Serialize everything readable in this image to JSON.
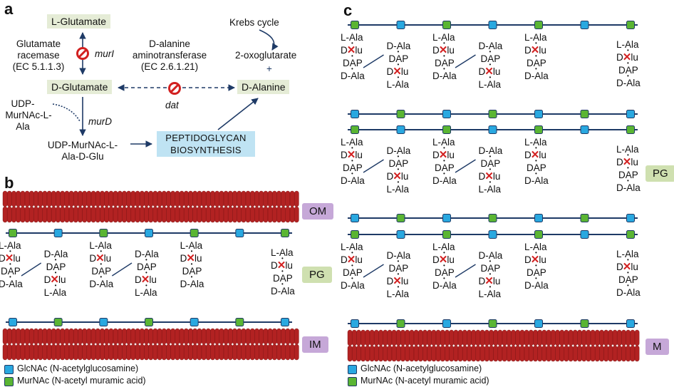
{
  "panel_a": {
    "letter": "a",
    "l_glutamate": "L-Glutamate",
    "d_glutamate": "D-Glutamate",
    "d_alanine": "D-Alanine",
    "racemase_line1": "Glutamate",
    "racemase_line2": "racemase",
    "racemase_line3": "(EC 5.1.1.3)",
    "murI": "murI",
    "aminotransferase_line1": "D-alanine",
    "aminotransferase_line2": "aminotransferase",
    "aminotransferase_line3": "(EC 2.6.1.21)",
    "dat": "dat",
    "krebs": "Krebs cycle",
    "oxoglutarate": "2-oxoglutarate",
    "plus": "+",
    "udp_line1": "UDP-",
    "udp_line2": "MurNAc-L-",
    "udp_line3": "Ala",
    "murD": "murD",
    "product_line1": "UDP-MurNAc-L-",
    "product_line2": "Ala-D-Glu",
    "pg_line1": "PEPTIDOGLYCAN",
    "pg_line2": "BIOSYNTHESIS"
  },
  "panel_b": {
    "letter": "b",
    "om": "OM",
    "pg": "PG",
    "im": "IM"
  },
  "panel_c": {
    "letter": "c",
    "pg": "PG",
    "m": "M"
  },
  "peptide": {
    "lala": "L-Ala",
    "dglu_prefix": "D",
    "dglu_suffix": "lu",
    "dap": "DAP",
    "dala": "D-Ala",
    "dot": "•"
  },
  "legend": {
    "glcnac": "GlcNAc (N-acetylglucosamine)",
    "murnac": "MurNAc (N-acetyl muramic acid)"
  },
  "colors": {
    "membrane": "#b22222",
    "glcnac": "#29a8e0",
    "murnac": "#5ab533",
    "strand": "#1e3a66",
    "inhibit": "#d22020"
  }
}
